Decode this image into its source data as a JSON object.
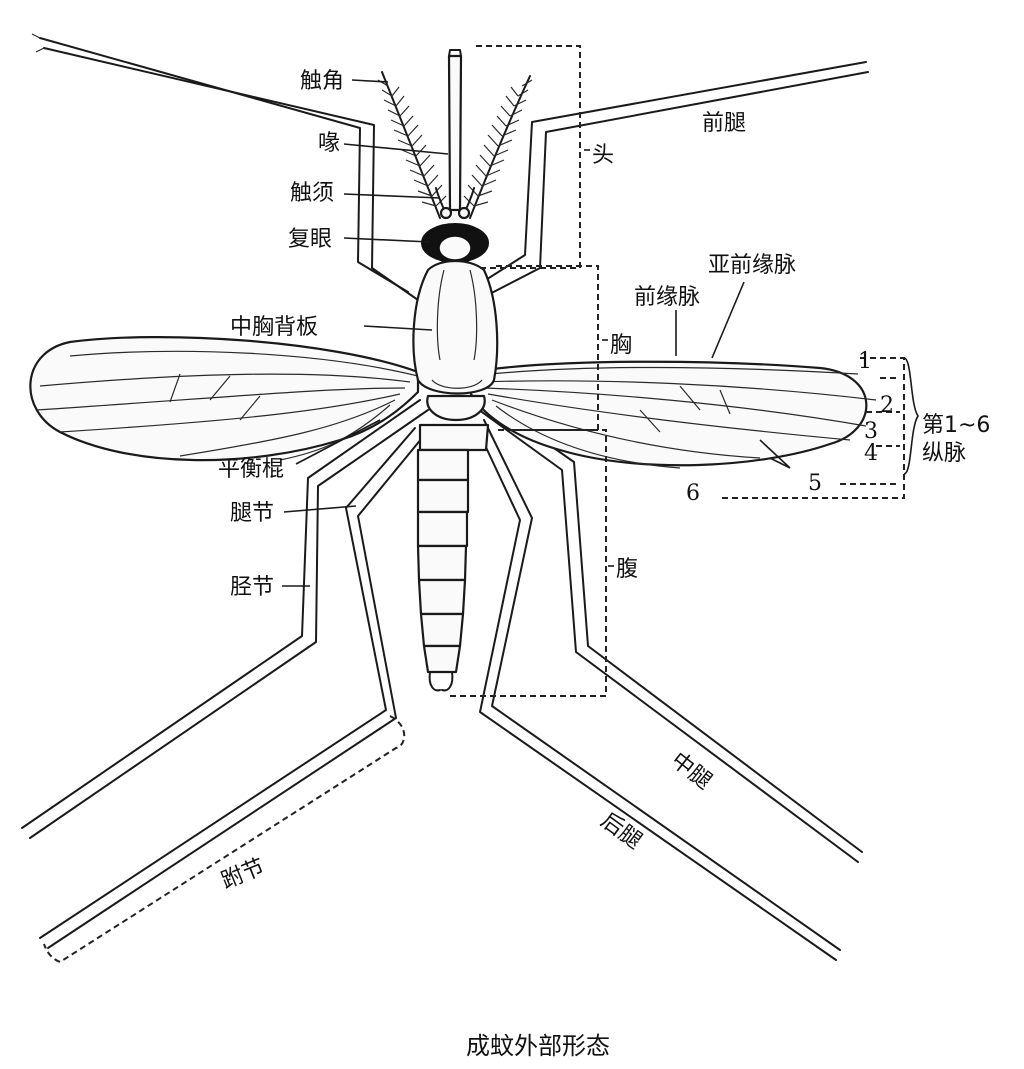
{
  "labels": {
    "antenna": "触角",
    "proboscis": "喙",
    "palp": "触须",
    "compound_eye": "复眼",
    "scutum": "中胸背板",
    "head": "头",
    "thorax": "胸",
    "abdomen": "腹",
    "foreleg": "前腿",
    "subcosta": "亚前缘脉",
    "costa": "前缘脉",
    "haltere": "平衡棍",
    "femur": "腿节",
    "tibia": "胫节",
    "tarsus": "跗节",
    "midleg": "中腿",
    "hindleg": "后腿",
    "vein_group_1": "第1~6",
    "vein_group_2": "纵脉"
  },
  "vein_numbers": [
    "1",
    "2",
    "3",
    "4",
    "5",
    "6"
  ],
  "caption": "成蚊外部形态"
}
